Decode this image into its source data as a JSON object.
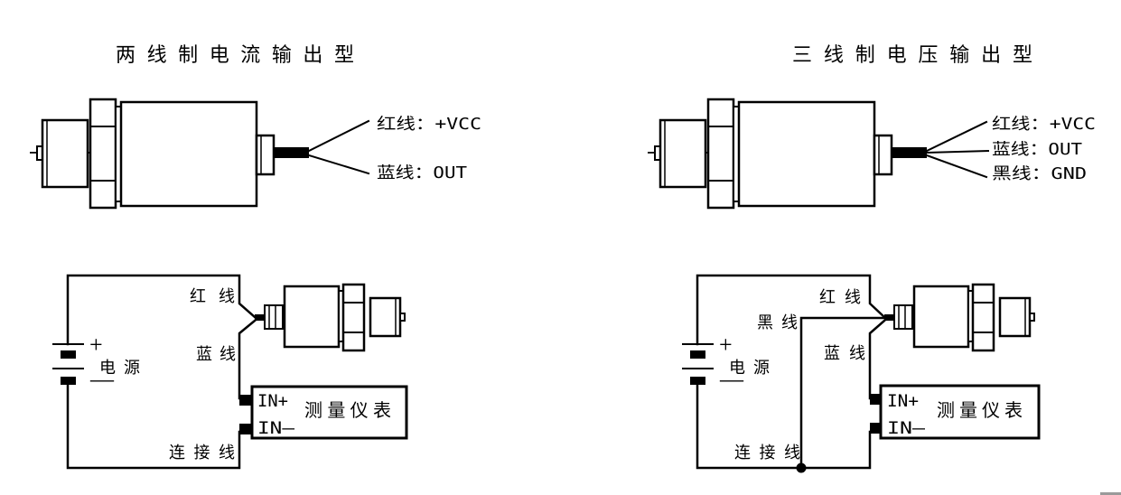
{
  "colors": {
    "line": "#000000",
    "background": "#ffffff",
    "edge_artifact": "#9a9a9a"
  },
  "left_panel": {
    "title": "两线制电流输出型",
    "sensor_wire_labels": {
      "red": "红线：+VCC",
      "blue": "蓝线：OUT"
    },
    "circuit": {
      "power_plus": "+",
      "power_label": "电源",
      "power_minus": "—",
      "red_wire_label": "红线",
      "blue_wire_label": "蓝线",
      "connect_wire_label": "连接线",
      "instrument_label": "测量仪表",
      "in_plus": "IN+",
      "in_minus": "IN—"
    }
  },
  "right_panel": {
    "title": "三线制电压输出型",
    "sensor_wire_labels": {
      "red": "红线：+VCC",
      "blue": "蓝线：OUT",
      "black": "黑线：GND"
    },
    "circuit": {
      "power_plus": "+",
      "power_label": "电源",
      "power_minus": "—",
      "red_wire_label": "红线",
      "black_wire_label": "黑线",
      "blue_wire_label": "蓝线",
      "connect_wire_label": "连接线",
      "instrument_label": "测量仪表",
      "in_plus": "IN+",
      "in_minus": "IN—"
    }
  }
}
